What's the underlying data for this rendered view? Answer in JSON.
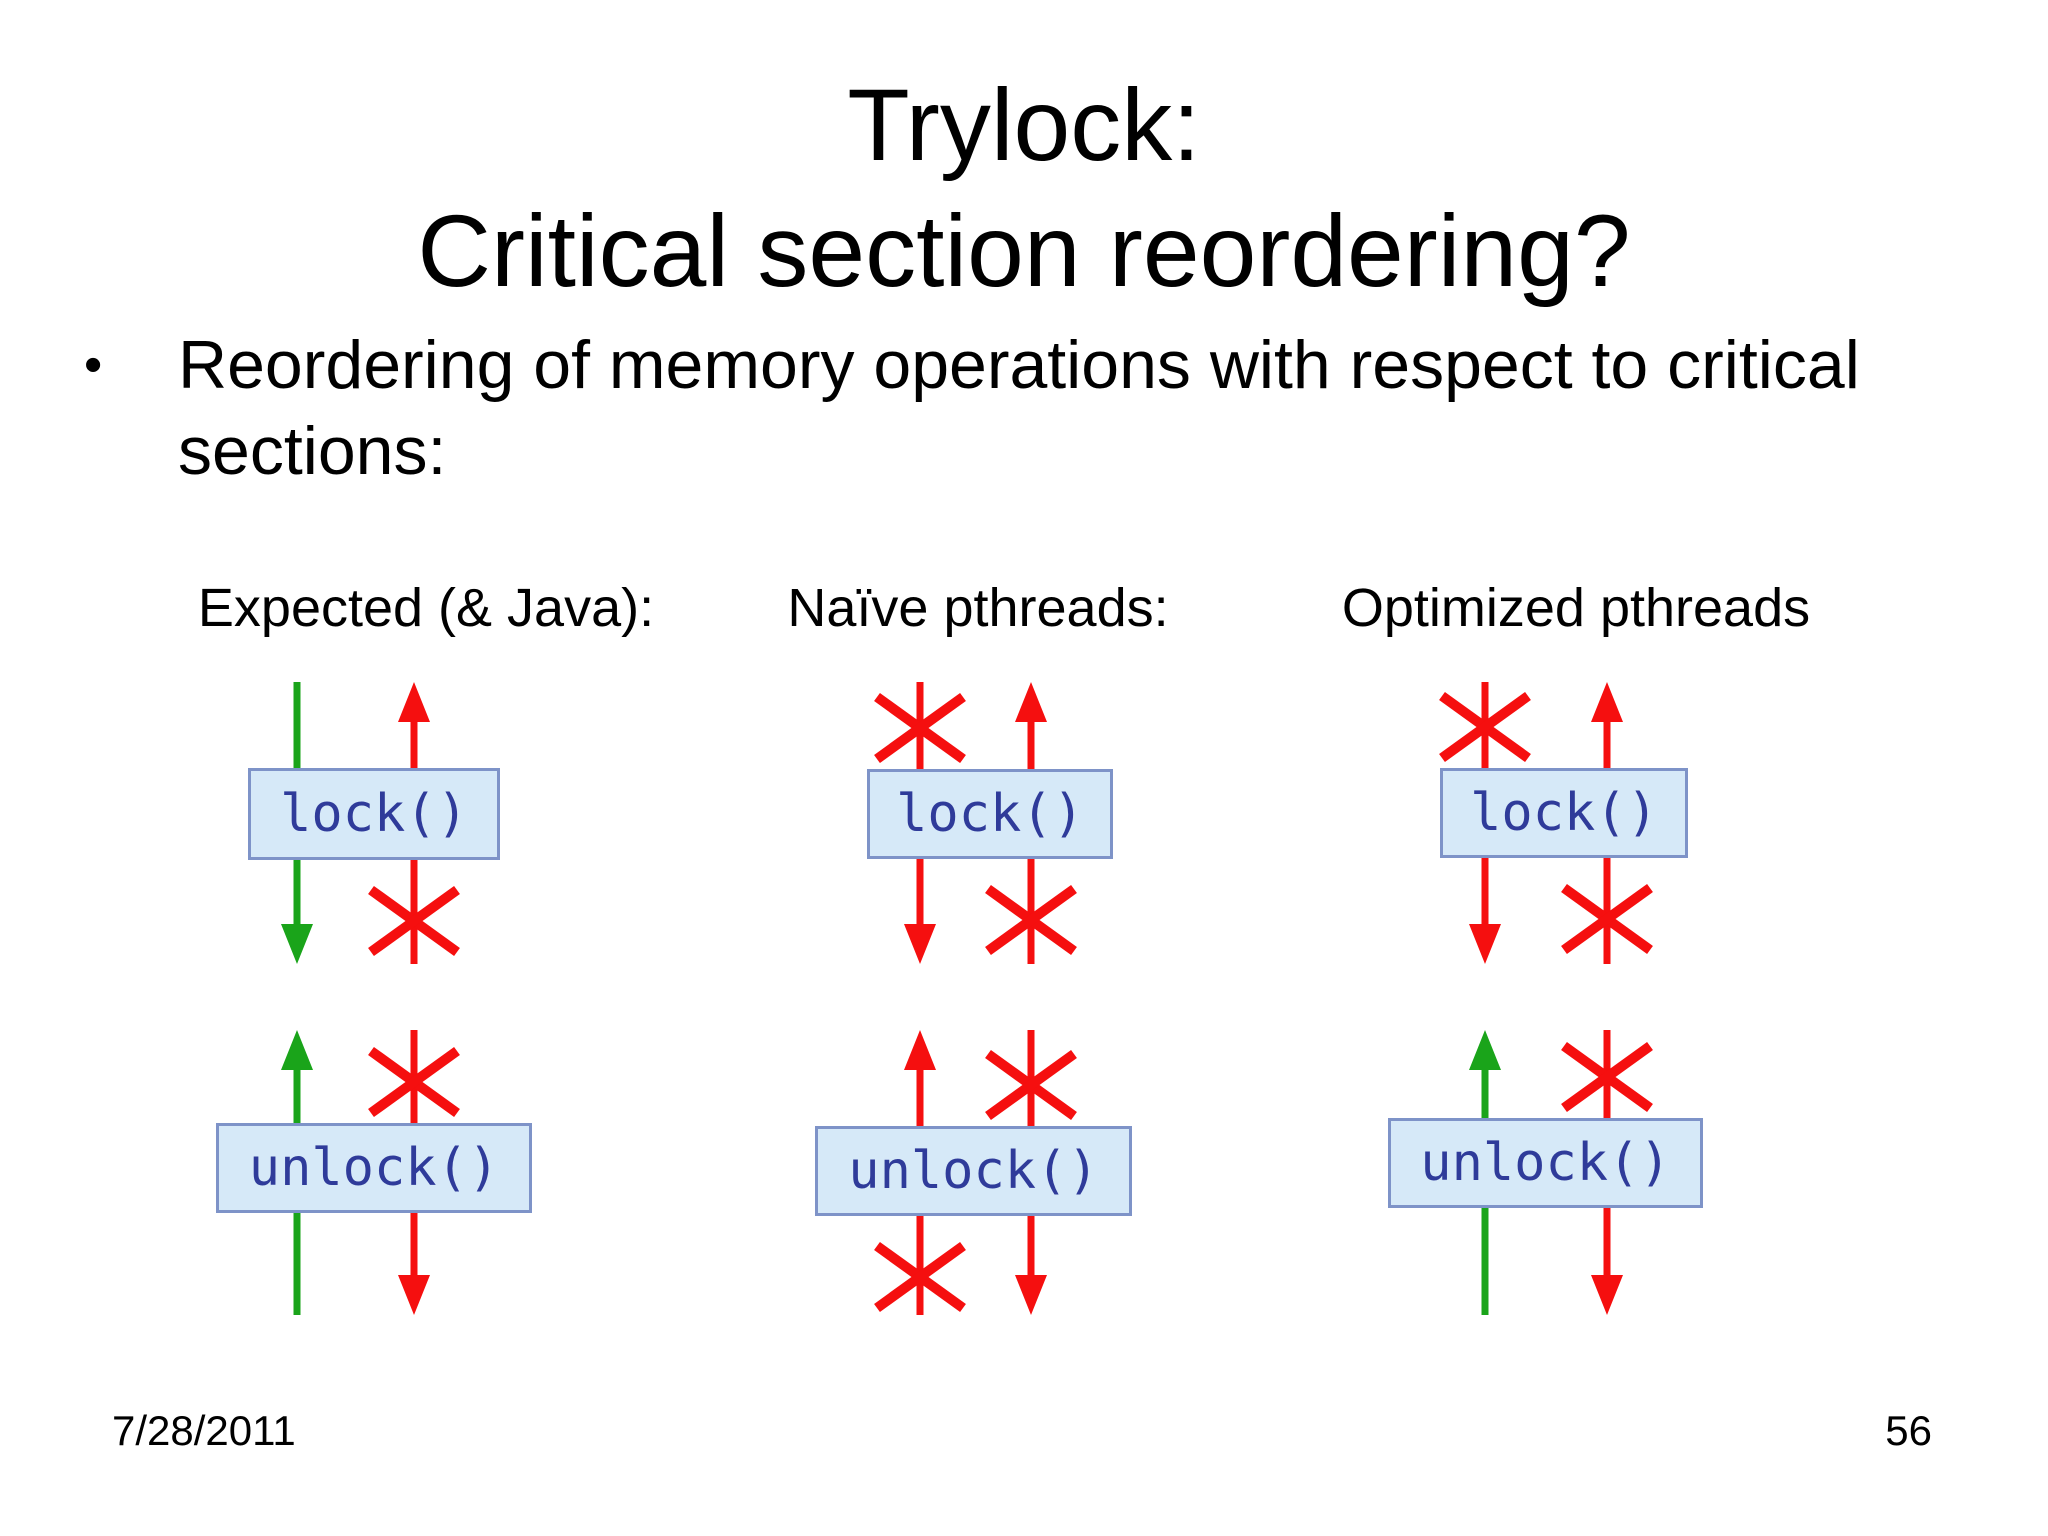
{
  "slide": {
    "title_line1": "Trylock:",
    "title_line2": "Critical section reordering?",
    "bullet_marker": "•",
    "bullet_text": "Reordering of memory operations with respect to critical sections:",
    "footer_date": "7/28/2011",
    "footer_page": "56"
  },
  "colors": {
    "background": "#ffffff",
    "text": "#000000",
    "allowed_green": "#1aa41a",
    "forbidden_red": "#f50f0f",
    "box_fill": "#d6e9f8",
    "box_border": "#7e93c8",
    "box_text": "#2f3b9a"
  },
  "columns": [
    {
      "header": "Expected (& Java):",
      "lock": {
        "label": "lock()",
        "flows": [
          {
            "side": "left",
            "color": "allowed",
            "head": "down",
            "cross": null
          },
          {
            "side": "right",
            "color": "forbidden",
            "head": "up",
            "cross": "below"
          }
        ]
      },
      "unlock": {
        "label": "unlock()",
        "flows": [
          {
            "side": "left",
            "color": "allowed",
            "head": "up",
            "cross": null
          },
          {
            "side": "right",
            "color": "forbidden",
            "head": "down",
            "cross": "above"
          }
        ]
      }
    },
    {
      "header": "Naïve pthreads:",
      "lock": {
        "label": "lock()",
        "flows": [
          {
            "side": "left",
            "color": "forbidden",
            "head": "down",
            "cross": "above"
          },
          {
            "side": "right",
            "color": "forbidden",
            "head": "up",
            "cross": "below"
          }
        ]
      },
      "unlock": {
        "label": "unlock()",
        "flows": [
          {
            "side": "left",
            "color": "forbidden",
            "head": "up",
            "cross": "below"
          },
          {
            "side": "right",
            "color": "forbidden",
            "head": "down",
            "cross": "above"
          }
        ]
      }
    },
    {
      "header": "Optimized pthreads",
      "lock": {
        "label": "lock()",
        "flows": [
          {
            "side": "left",
            "color": "forbidden",
            "head": "down",
            "cross": "above"
          },
          {
            "side": "right",
            "color": "forbidden",
            "head": "up",
            "cross": "below"
          }
        ]
      },
      "unlock": {
        "label": "unlock()",
        "flows": [
          {
            "side": "left",
            "color": "allowed",
            "head": "up",
            "cross": null
          },
          {
            "side": "right",
            "color": "forbidden",
            "head": "down",
            "cross": "above"
          }
        ]
      }
    }
  ]
}
